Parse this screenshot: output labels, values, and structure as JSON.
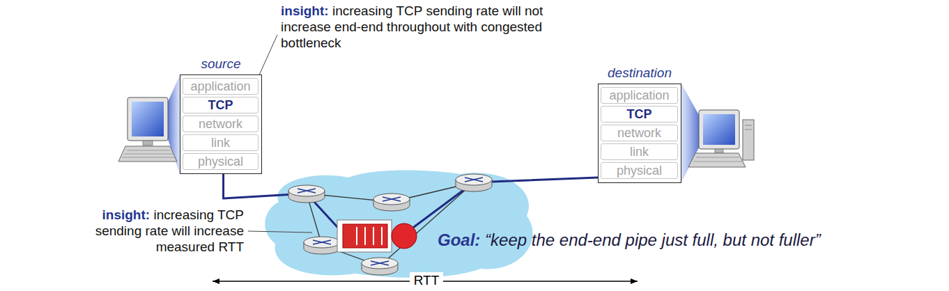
{
  "diagram": {
    "nodes": [
      {
        "text": [
          "source"
        ]
      },
      {
        "text": [
          "application"
        ],
        "in": 0
      },
      {
        "text": [
          "TCP"
        ],
        "in": 0
      },
      {
        "text": [
          "network"
        ],
        "in": 0
      },
      {
        "text": [
          "link"
        ],
        "in": 0
      },
      {
        "text": [
          "physical"
        ],
        "in": 0
      },
      {
        "text": [
          "destination"
        ]
      },
      {
        "text": [
          "application"
        ],
        "in": 6
      },
      {
        "text": [
          "TCP"
        ],
        "in": 6
      },
      {
        "text": [
          "network"
        ],
        "in": 6
      },
      {
        "text": [
          "link"
        ],
        "in": 6
      },
      {
        "text": [
          "physical"
        ],
        "in": 6
      }
    ],
    "edges": [
      {
        "from": 0,
        "to": 6,
        "arrow": "none"
      }
    ],
    "labels": [
      "insight:",
      "increasing TCP sending rate will not increase end-end throughout with congested bottleneck",
      "insight:",
      "increasing TCP sending rate will increase measured RTT",
      "Goal:",
      "“keep the end-end pipe just full, but not fuller”",
      "RTT"
    ]
  }
}
